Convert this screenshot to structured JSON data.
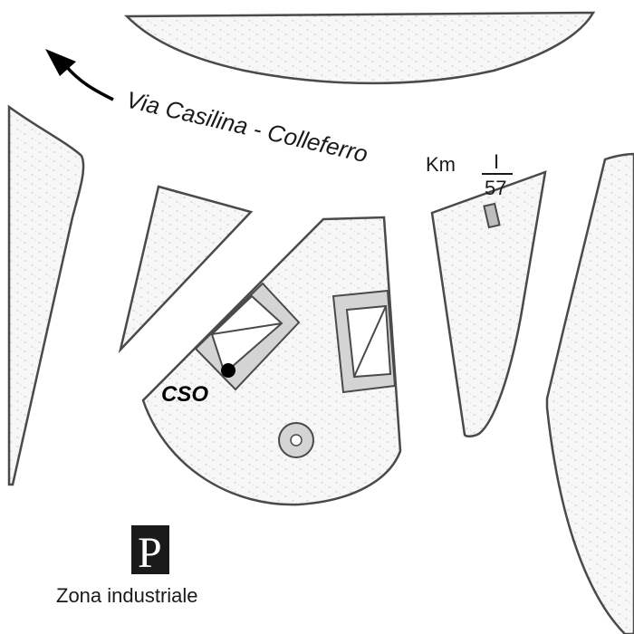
{
  "road": {
    "label": "Via Casilina - Colleferro"
  },
  "km_marker": {
    "prefix": "Km",
    "numerator": "I",
    "denominator": "57"
  },
  "site": {
    "label": "CSO"
  },
  "legend": {
    "parking_symbol": "P",
    "parking_label": "Zona industriale"
  },
  "colors": {
    "block_fill": "#f7f7f7",
    "block_stroke": "#4a4a4a",
    "building_fill": "#d4d4d4",
    "pattern_mark": "#cfcfcf",
    "site_dot": "#000000",
    "parking_bg": "#1a1a1a",
    "arrow": "#000000"
  },
  "icons": {
    "direction": "direction-arrow-icon",
    "km_marker": "km-marker-icon",
    "site_dot": "site-location-icon",
    "roundabout": "roundabout-icon",
    "parking": "parking-icon"
  }
}
